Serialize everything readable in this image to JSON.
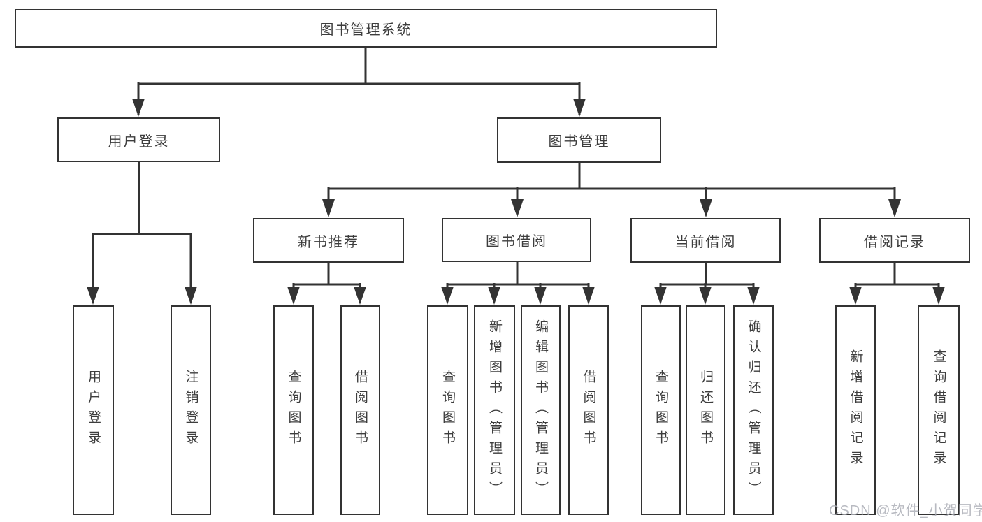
{
  "org_tree": {
    "root_label": "图书管理系统",
    "children": [
      {
        "label": "用户登录",
        "children": [
          {
            "label": "用户登录"
          },
          {
            "label": "注销登录"
          }
        ]
      },
      {
        "label": "图书管理",
        "children": [
          {
            "label": "新书推荐",
            "children": [
              {
                "label": "查询图书"
              },
              {
                "label": "借阅图书"
              }
            ]
          },
          {
            "label": "图书借阅",
            "children": [
              {
                "label": "查询图书"
              },
              {
                "label": "新增图书（管理员）"
              },
              {
                "label": "编辑图书（管理员）"
              },
              {
                "label": "借阅图书"
              }
            ]
          },
          {
            "label": "当前借阅",
            "children": [
              {
                "label": "查询图书"
              },
              {
                "label": "归还图书"
              },
              {
                "label": "确认归还（管理员）"
              }
            ]
          },
          {
            "label": "借阅记录",
            "children": [
              {
                "label": "新增借阅记录"
              },
              {
                "label": "查询借阅记录"
              }
            ]
          }
        ]
      }
    ]
  },
  "watermark": {
    "text": "CSDN @软件_小贺同学"
  },
  "colors": {
    "line": "#333333",
    "box_border": "#333333",
    "text": "#3d3d3d",
    "watermark": "#acaeb6",
    "background": "#ffffff"
  }
}
